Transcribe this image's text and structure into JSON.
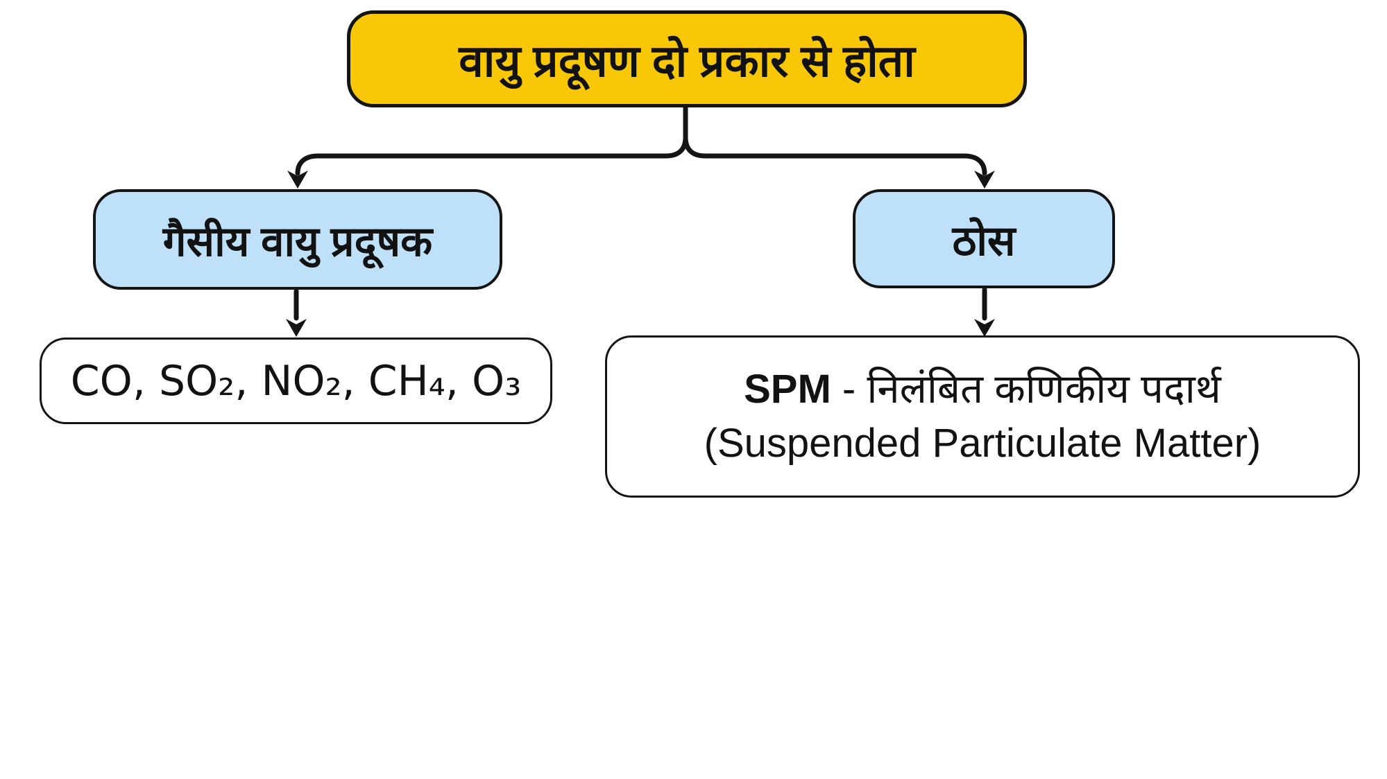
{
  "diagram": {
    "root": {
      "label": "वायु प्रदूषण दो प्रकार से होता"
    },
    "branches": [
      {
        "id": "gaseous",
        "label": "गैसीय वायु प्रदूषक",
        "detail": "CO, SO₂, NO₂, CH₄, O₃"
      },
      {
        "id": "solid",
        "label": "ठोस",
        "detail_abbr": "SPM",
        "detail_hindi": " - निलंबित कणिकीय पदार्थ",
        "detail_english": "(Suspended Particulate Matter)"
      }
    ],
    "colors": {
      "root_bg": "#f8c708",
      "branch_bg": "#bee0f8",
      "line": "#141414",
      "page_bg": "#ffffff"
    }
  }
}
